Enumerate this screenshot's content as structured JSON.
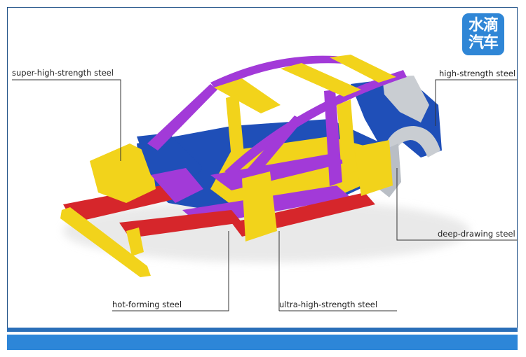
{
  "logo": {
    "line1": "水滴",
    "line2": "汽车"
  },
  "labels": {
    "super_high_strength": "super-high-strength steel",
    "high_strength": "high-strength steel",
    "deep_drawing": "deep-drawing steel",
    "hot_forming": "hot-forming steel",
    "ultra_high_strength": "ultra-high-strength steel"
  },
  "colors": {
    "frame_border": "#1d4f86",
    "brand_blue": "#2d86d8",
    "yellow_parts": "#f2d31b",
    "purple_parts": "#a23ad8",
    "blue_parts": "#1f4fb8",
    "red_parts": "#d6262b",
    "silver_parts": "#c9cdd2"
  }
}
